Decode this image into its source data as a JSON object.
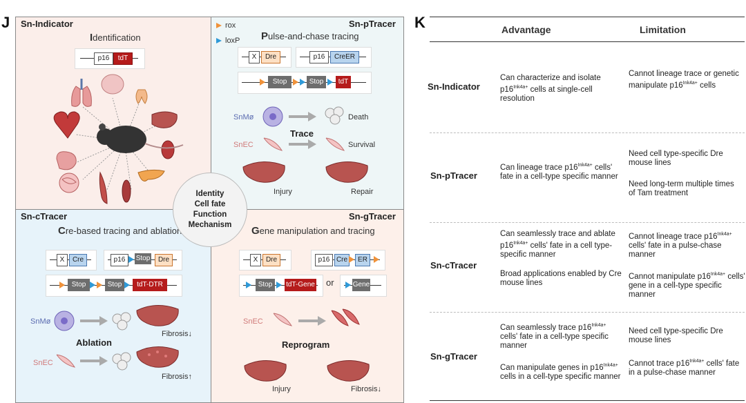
{
  "panel_j": {
    "letter": "J",
    "center": [
      "Identity",
      "Cell fate",
      "Function",
      "Mechanism"
    ],
    "indicator": {
      "title": "Sn-Indicator",
      "subtitle_first": "I",
      "subtitle_rest": "dentification",
      "construct": [
        "p16",
        "tdT"
      ]
    },
    "ptracer": {
      "title": "Sn-pTracer",
      "legend_rox": "rox",
      "legend_loxp": "loxP",
      "subtitle_first": "P",
      "subtitle_rest": "ulse-and-chase tracing",
      "c1": [
        "X",
        "Dre"
      ],
      "c2": [
        "p16",
        "CreER"
      ],
      "c3": [
        "Stop",
        "Stop",
        "tdT"
      ],
      "snmo": "SnMø",
      "snec": "SnEC",
      "death": "Death",
      "survival": "Survival",
      "trace": "Trace",
      "injury": "Injury",
      "repair": "Repair"
    },
    "ctracer": {
      "title": "Sn-cTracer",
      "subtitle_first": "C",
      "subtitle_rest": "re-based tracing and ablation",
      "c1": [
        "X",
        "Cre"
      ],
      "c2": [
        "p16",
        "Stop",
        "Dre"
      ],
      "c3": [
        "Stop",
        "Stop",
        "tdT-DTR"
      ],
      "snmo": "SnMø",
      "snec": "SnEC",
      "ablation": "Ablation",
      "fibrosis1": "Fibrosis",
      "fibrosis2": "Fibrosis"
    },
    "gtracer": {
      "title": "Sn-gTracer",
      "subtitle_first": "G",
      "subtitle_rest": "ene manipulation and tracing",
      "c1": [
        "X",
        "Dre"
      ],
      "c2": [
        "p16",
        "Cre",
        "ER"
      ],
      "c3": [
        "Stop",
        "tdT-Gene"
      ],
      "or": "or",
      "c4": [
        "Gene"
      ],
      "snec": "SnEC",
      "reprogram": "Reprogram",
      "injury": "Injury",
      "fibrosis": "Fibrosis"
    }
  },
  "panel_k": {
    "letter": "K",
    "col_advantage": "Advantage",
    "col_limitation": "Limitation",
    "rows": [
      {
        "name": "Sn-Indicator",
        "adv": [
          "Can characterize and isolate p16Ink4a+ cells at single-cell resolution"
        ],
        "lim": [
          "Cannot lineage trace or genetic manipulate p16Ink4a+ cells"
        ]
      },
      {
        "name": "Sn-pTracer",
        "adv": [
          "Can lineage trace p16Ink4a+ cells' fate in a cell-type specific manner"
        ],
        "lim": [
          "Need cell type-specific Dre mouse lines",
          "Need long-term multiple times of Tam treatment"
        ]
      },
      {
        "name": "Sn-cTracer",
        "adv": [
          "Can seamlessly trace and ablate p16Ink4a+ cells' fate in a cell type-specific manner",
          "Broad applications enabled by Cre mouse lines"
        ],
        "lim": [
          "Cannot lineage trace p16Ink4a+ cells' fate in a pulse-chase manner",
          "Cannot manipulate p16Ink4a+ cells' gene in a  cell-type specific manner"
        ]
      },
      {
        "name": "Sn-gTracer",
        "adv": [
          "Can seamlessly trace p16Ink4a+ cells' fate in a cell-type specific manner",
          "Can manipulate genes in p16Ink4a+ cells in a cell-type specific manner"
        ],
        "lim": [
          "Need cell type-specific Dre mouse lines",
          "Cannot trace p16Ink4a+ cells' fate in a pulse-chase manner"
        ]
      }
    ]
  },
  "colors": {
    "quad_top_left": "#fbeeea",
    "quad_top_right": "#eaf5f8",
    "quad_bottom_left": "#e7f3fa",
    "quad_bottom_right": "#fdf0ea",
    "organ_red": "#c4585a",
    "liver": "#b85450",
    "rox_orange": "#f0923a",
    "loxp_blue": "#2f9ad8"
  }
}
